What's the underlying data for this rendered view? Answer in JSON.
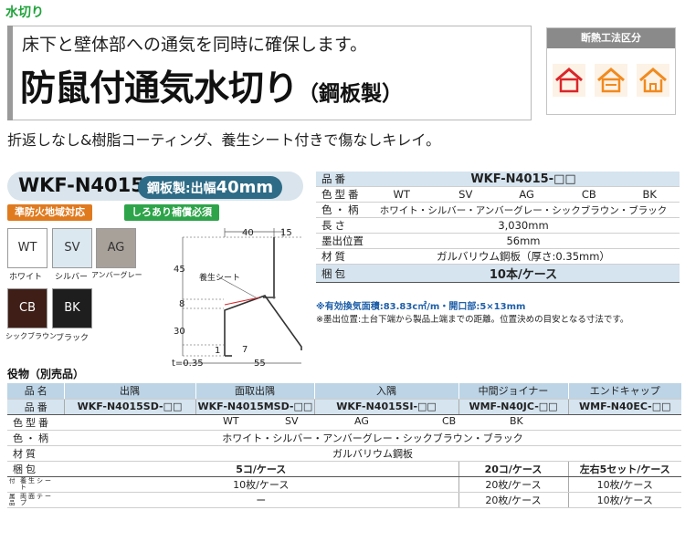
{
  "category": "水切り",
  "header": {
    "tagline": "床下と壁体部への通気を同時に確保します。",
    "title": "防鼠付通気水切り",
    "title_sub": "（鋼板製）"
  },
  "insulation": {
    "heading": "断熱工法区分",
    "icons": [
      "house-red-icon",
      "house-orange-icon",
      "house-orange-outline-icon"
    ],
    "colors": [
      "#d9262b",
      "#f18a1e",
      "#f18a1e"
    ]
  },
  "lead": "折返しなし&樹脂コーティング、養生シート付きで傷なしキレイ。",
  "model": {
    "code": "WKF-N4015",
    "spec_prefix": "鋼板製:出幅",
    "spec_value": "40mm"
  },
  "badges": [
    "準防火地域対応",
    "しろあり補償必須"
  ],
  "swatches": [
    {
      "code": "WT",
      "label": "ホワイト",
      "color": "#ffffff",
      "text_color": "#333333"
    },
    {
      "code": "SV",
      "label": "シルバー",
      "color": "#dce8f0",
      "text_color": "#333333"
    },
    {
      "code": "AG",
      "label": "アンバーグレー",
      "color": "#a8a19a",
      "text_color": "#333333"
    },
    {
      "code": "CB",
      "label": "シックブラウン",
      "color": "#3e1e16",
      "text_color": "#ffffff"
    },
    {
      "code": "BK",
      "label": "ブラック",
      "color": "#1e1e1e",
      "text_color": "#ffffff"
    }
  ],
  "diagram": {
    "dims": [
      "40",
      "15",
      "45",
      "8",
      "30",
      "1",
      "7",
      "t=0.35",
      "55"
    ],
    "sheet_label": "養生シート"
  },
  "spec_table": {
    "rows": [
      {
        "label": "品番",
        "value": "WKF-N4015-□□"
      },
      {
        "label": "色型番",
        "codes": [
          "WT",
          "SV",
          "AG",
          "CB",
          "BK"
        ]
      },
      {
        "label": "色・柄",
        "value": "ホワイト・シルバー・アンバーグレー・シックブラウン・ブラック"
      },
      {
        "label": "長さ",
        "value": "3,030mm"
      },
      {
        "label": "墨出位置",
        "value": "56mm"
      },
      {
        "label": "材質",
        "value": "ガルバリウム鋼板（厚さ:0.35mm）"
      },
      {
        "label": "梱包",
        "value": "10本/ケース"
      }
    ],
    "notes": [
      "※有効換気面積:83.83c㎡/m・開口部:5×13mm",
      "※墨出位置:土台下端から製品上端までの距離。位置決めの目安となる寸法です。"
    ]
  },
  "accessories": {
    "title": "役物（別売品）",
    "headers": [
      "品名",
      "出隅",
      "面取出隅",
      "入隅",
      "中間ジョイナー",
      "エンドキャップ"
    ],
    "part_numbers": [
      "品番",
      "WKF-N4015SD-□□",
      "WKF-N4015MSD-□□",
      "WKF-N4015SI-□□",
      "WMF-N40JC-□□",
      "WMF-N40EC-□□"
    ],
    "color_codes_label": "色型番",
    "color_codes": [
      "WT",
      "SV",
      "AG",
      "CB",
      "BK"
    ],
    "color_label": "色・柄",
    "color_value": "ホワイト・シルバー・アンバーグレー・シックブラウン・ブラック",
    "material_label": "材質",
    "material_value": "ガルバリウム鋼板",
    "packing_label": "梱包",
    "packing": [
      "5コ/ケース",
      "20コ/ケース",
      "左右5セット/ケース"
    ],
    "attached_label": [
      "付",
      "属",
      "品"
    ],
    "sheet_label": "養生シート",
    "sheet_values": [
      "10枚/ケース",
      "20枚/ケース",
      "10枚/ケース"
    ],
    "tape_label": "両面テープ",
    "tape_values": [
      "ー",
      "20枚/ケース",
      "10枚/ケース"
    ]
  }
}
